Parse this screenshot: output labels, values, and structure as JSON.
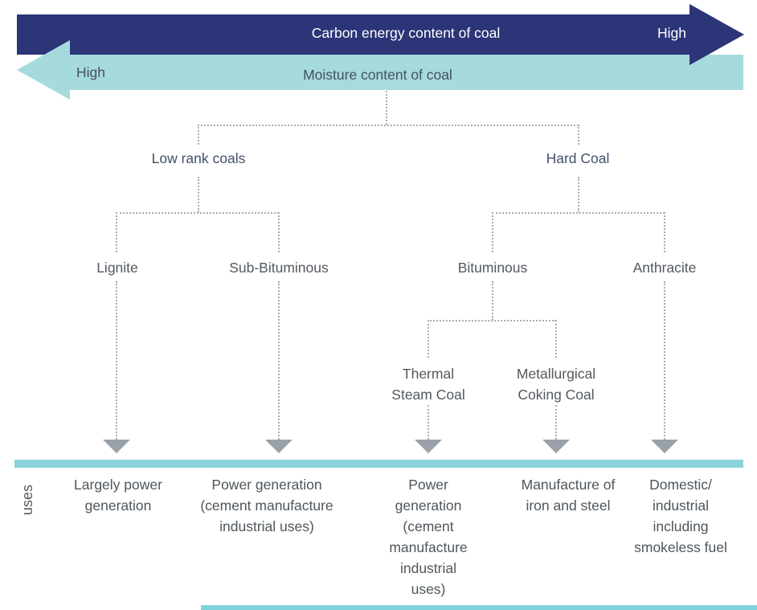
{
  "top_axes": {
    "carbon": {
      "label": "Carbon energy content of coal",
      "high_label": "High",
      "color": "#2b3577",
      "direction": "right"
    },
    "moisture": {
      "label": "Moisture content of coal",
      "high_label": "High",
      "color": "#a6dbde",
      "direction": "left"
    }
  },
  "tree": {
    "level1": [
      {
        "id": "low-rank-coals",
        "label": "Low rank coals"
      },
      {
        "id": "hard-coal",
        "label": "Hard Coal"
      }
    ],
    "level2": [
      {
        "id": "lignite",
        "label": "Lignite",
        "parent": "low-rank-coals"
      },
      {
        "id": "sub-bituminous",
        "label": "Sub-Bituminous",
        "parent": "low-rank-coals"
      },
      {
        "id": "bituminous",
        "label": "Bituminous",
        "parent": "hard-coal"
      },
      {
        "id": "anthracite",
        "label": "Anthracite",
        "parent": "hard-coal"
      }
    ],
    "level3": [
      {
        "id": "thermal-steam-coal",
        "label": "Thermal\nSteam Coal",
        "parent": "bituminous"
      },
      {
        "id": "metallurgical-coking-coal",
        "label": "Metallurgical\nCoking Coal",
        "parent": "bituminous"
      }
    ]
  },
  "uses": {
    "axis_label": "uses",
    "items": [
      {
        "for": "lignite",
        "text": "Largely power\ngeneration"
      },
      {
        "for": "sub-bituminous",
        "text": "Power generation\n(cement manufacture\nindustrial uses)"
      },
      {
        "for": "thermal-steam-coal",
        "text": "Power\ngeneration\n(cement\nmanufacture\nindustrial\nuses)"
      },
      {
        "for": "metallurgical-coking-coal",
        "text": "Manufacture of\niron and steel"
      },
      {
        "for": "anthracite",
        "text": "Domestic/\nindustrial\nincluding\nsmokeless fuel"
      }
    ]
  },
  "colors": {
    "navy": "#2b3577",
    "teal": "#a6dbde",
    "uses_bar": "#8bd3da",
    "footer_bar": "#7fd2da",
    "connector": "#a9aeb3",
    "arrowhead": "#9aa1a8",
    "level1_text": "#42506a",
    "body_text": "#4e565c"
  }
}
